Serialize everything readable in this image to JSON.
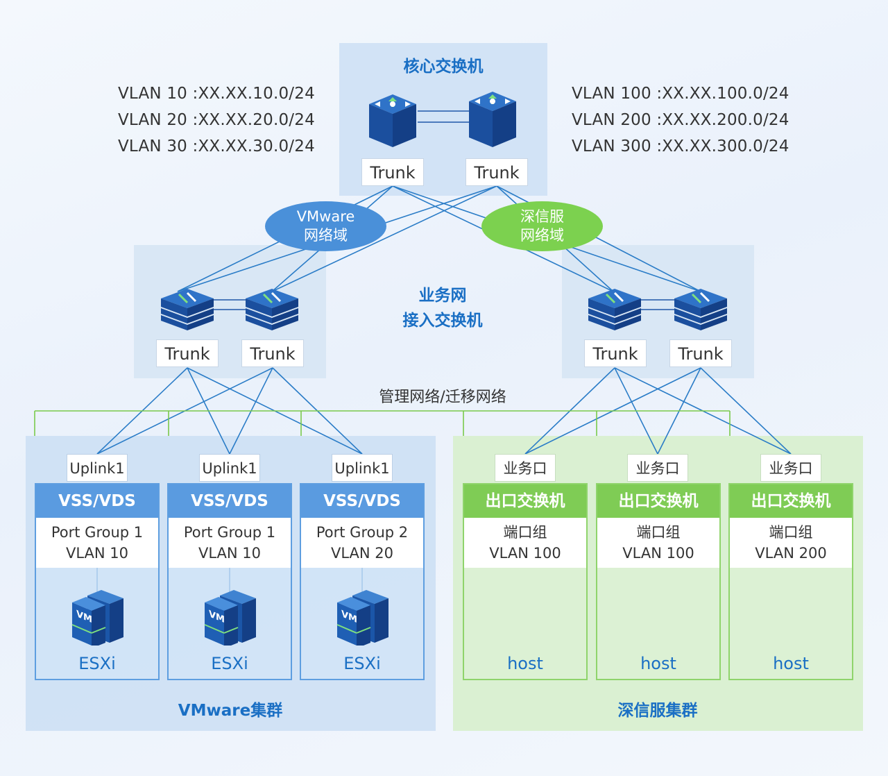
{
  "core": {
    "title": "核心交换机",
    "trunk_left": "Trunk",
    "trunk_right": "Trunk"
  },
  "vlans_left": [
    "VLAN 10 :XX.XX.10.0/24",
    "VLAN 20 :XX.XX.20.0/24",
    "VLAN 30 :XX.XX.30.0/24"
  ],
  "vlans_right": [
    "VLAN 100 :XX.XX.100.0/24",
    "VLAN 200 :XX.XX.200.0/24",
    "VLAN 300 :XX.XX.300.0/24"
  ],
  "domains": {
    "vmware": {
      "line1": "VMware",
      "line2": "网络域"
    },
    "sangfor": {
      "line1": "深信服",
      "line2": "网络域"
    }
  },
  "access": {
    "title_line1": "业务网",
    "title_line2": "接入交换机",
    "trunks": [
      "Trunk",
      "Trunk",
      "Trunk",
      "Trunk"
    ]
  },
  "mgmt_label": "管理网络/迁移网络",
  "vmware_nodes": [
    {
      "uplink": "Uplink1",
      "head": "VSS/VDS",
      "pg": "Port Group 1",
      "vlan": "VLAN 10",
      "host": "ESXi"
    },
    {
      "uplink": "Uplink1",
      "head": "VSS/VDS",
      "pg": "Port Group 1",
      "vlan": "VLAN 10",
      "host": "ESXi"
    },
    {
      "uplink": "Uplink1",
      "head": "VSS/VDS",
      "pg": "Port Group 2",
      "vlan": "VLAN 20",
      "host": "ESXi"
    }
  ],
  "sangfor_nodes": [
    {
      "port": "业务口",
      "head": "出口交换机",
      "pg": "端口组",
      "vlan": "VLAN 100",
      "host": "host"
    },
    {
      "port": "业务口",
      "head": "出口交换机",
      "pg": "端口组",
      "vlan": "VLAN 100",
      "host": "host"
    },
    {
      "port": "业务口",
      "head": "出口交换机",
      "pg": "端口组",
      "vlan": "VLAN 200",
      "host": "host"
    }
  ],
  "clusters": {
    "vmware": "VMware集群",
    "sangfor": "深信服集群"
  },
  "vm_icon_text": "VM",
  "colors": {
    "blue": "#1a6fc4",
    "line_blue": "#2a7cc7",
    "green": "#7fcc55",
    "mgmt_green": "#79c94a"
  }
}
